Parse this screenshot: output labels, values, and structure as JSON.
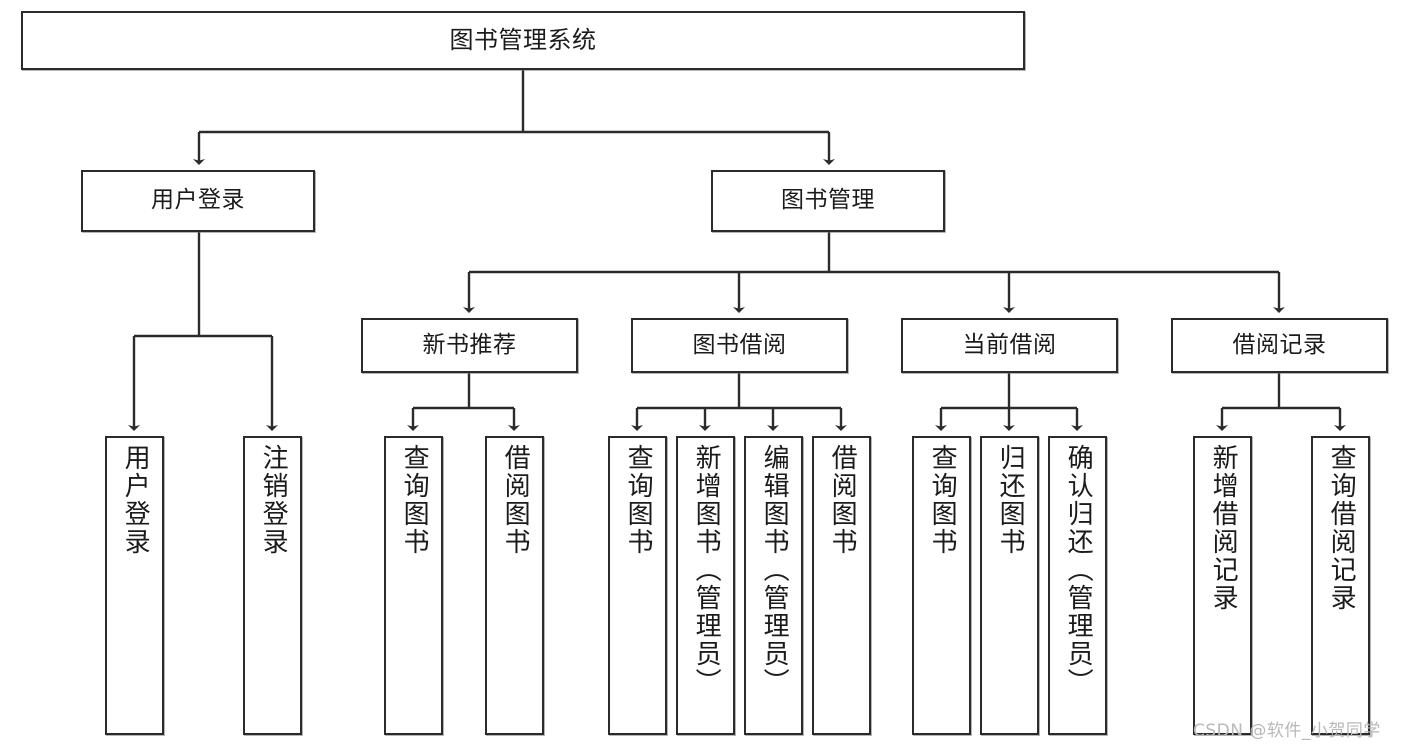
{
  "diagram": {
    "title": "图书管理系统",
    "watermark": "CSDN @软件_小贺同学",
    "colors": {
      "box_border": "#2b2b2b",
      "box_fill": "#ffffff",
      "edge": "#2b2b2b",
      "text": "#1b1b1b",
      "watermark": "#b9b9b9"
    },
    "levels": {
      "root": "图书管理系统",
      "level2": [
        "用户登录",
        "图书管理"
      ],
      "level3": [
        "新书推荐",
        "图书借阅",
        "当前借阅",
        "借阅记录"
      ]
    },
    "nodes": {
      "root": {
        "label": "图书管理系统"
      },
      "user_login": {
        "label": "用户登录"
      },
      "book_manage": {
        "label": "图书管理"
      },
      "new_book_rec": {
        "label": "新书推荐"
      },
      "book_borrow": {
        "label": "图书借阅"
      },
      "current_borrow": {
        "label": "当前借阅"
      },
      "borrow_record": {
        "label": "借阅记录"
      },
      "leaf_user_login": {
        "label": "用户登录"
      },
      "leaf_user_logout": {
        "label": "注销登录"
      },
      "leaf_rec_query": {
        "label": "查询图书"
      },
      "leaf_rec_borrow": {
        "label": "借阅图书"
      },
      "leaf_borrow_query": {
        "label": "查询图书"
      },
      "leaf_borrow_add": {
        "label": "新增图书（管理员）"
      },
      "leaf_borrow_edit": {
        "label": "编辑图书（管理员）"
      },
      "leaf_borrow_do": {
        "label": "借阅图书"
      },
      "leaf_cur_query": {
        "label": "查询图书"
      },
      "leaf_cur_return": {
        "label": "归还图书"
      },
      "leaf_cur_confirm": {
        "label": "确认归还（管理员）"
      },
      "leaf_rec_add": {
        "label": "新增借阅记录"
      },
      "leaf_rec_search": {
        "label": "查询借阅记录"
      }
    },
    "tree": {
      "name": "图书管理系统",
      "children": [
        {
          "name": "用户登录",
          "children": [
            {
              "name": "用户登录"
            },
            {
              "name": "注销登录"
            }
          ]
        },
        {
          "name": "图书管理",
          "children": [
            {
              "name": "新书推荐",
              "children": [
                {
                  "name": "查询图书"
                },
                {
                  "name": "借阅图书"
                }
              ]
            },
            {
              "name": "图书借阅",
              "children": [
                {
                  "name": "查询图书"
                },
                {
                  "name": "新增图书（管理员）"
                },
                {
                  "name": "编辑图书（管理员）"
                },
                {
                  "name": "借阅图书"
                }
              ]
            },
            {
              "name": "当前借阅",
              "children": [
                {
                  "name": "查询图书"
                },
                {
                  "name": "归还图书"
                },
                {
                  "name": "确认归还（管理员）"
                }
              ]
            },
            {
              "name": "借阅记录",
              "children": [
                {
                  "name": "新增借阅记录"
                },
                {
                  "name": "查询借阅记录"
                }
              ]
            }
          ]
        }
      ]
    }
  }
}
